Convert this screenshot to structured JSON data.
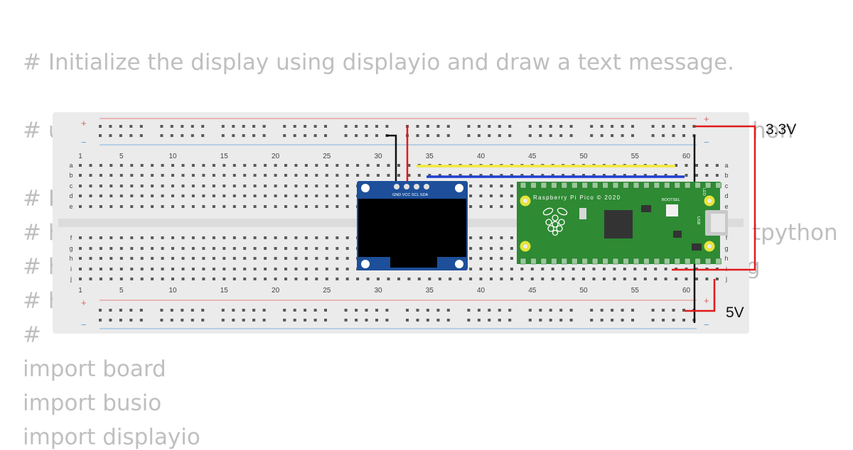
{
  "code": {
    "lines": [
      "# Initialize the display using displayio and draw a text message.",
      "# u",
      "# L",
      "# h",
      "# h",
      "# h",
      "#",
      "import board",
      "import busio",
      "import displayio"
    ],
    "right_fragments": [
      "hon",
      "tpython",
      "g"
    ]
  },
  "breadboard": {
    "column_numbers": [
      "1",
      "5",
      "10",
      "15",
      "20",
      "25",
      "30",
      "35",
      "40",
      "45",
      "50",
      "55",
      "60"
    ],
    "rows_top": [
      "a",
      "b",
      "c",
      "d",
      "e"
    ],
    "rows_bottom": [
      "f",
      "g",
      "h",
      "i",
      "j"
    ],
    "rail_plus": "+",
    "rail_minus": "−"
  },
  "oled": {
    "pin_labels": "GND VCC SCL SDA"
  },
  "pico": {
    "label": "Raspberry Pi Pico © 2020",
    "bootsel": "BOOTSEL",
    "led": "LED",
    "usb": "USB"
  },
  "voltages": {
    "top": "3.3V",
    "bottom": "5V"
  },
  "colors": {
    "board": "#ebebeb",
    "rail_red": "#e88080",
    "rail_blue": "#80b3e0",
    "wire_red": "#e01b1b",
    "wire_black": "#111111",
    "wire_yellow": "#f2ea3c",
    "wire_blue": "#1f3fd0",
    "pico_green": "#2e8a33",
    "oled_blue": "#1d4f9a"
  }
}
